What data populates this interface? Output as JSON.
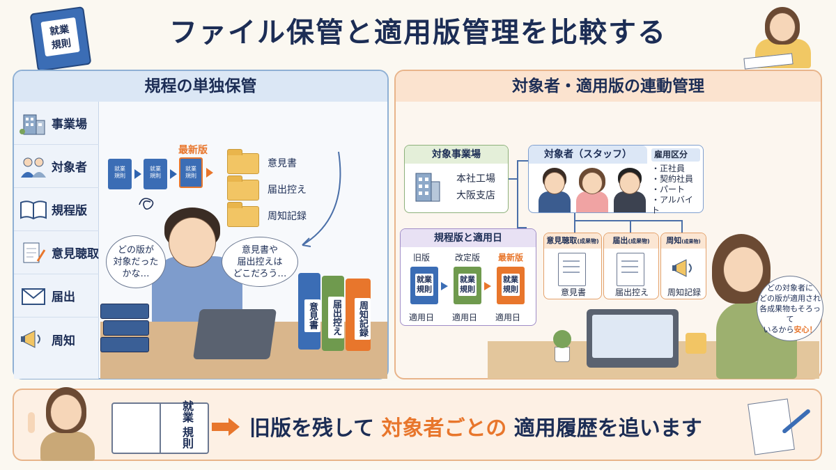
{
  "title": "ファイル保管と適用版管理を比較する",
  "header_book": {
    "line1": "就業",
    "line2": "規則"
  },
  "left_panel": {
    "title": "規程の単独保管",
    "sidebar": [
      {
        "icon": "building-icon",
        "label": "事業場"
      },
      {
        "icon": "people-icon",
        "label": "対象者"
      },
      {
        "icon": "open-book-icon",
        "label": "規程版"
      },
      {
        "icon": "document-pen-icon",
        "label": "意見聴取"
      },
      {
        "icon": "envelope-icon",
        "label": "届出"
      },
      {
        "icon": "megaphone-icon",
        "label": "周知"
      }
    ],
    "latest_label": "最新版",
    "mini_book": {
      "line1": "就業",
      "line2": "規則"
    },
    "folders": [
      "意見書",
      "届出控え",
      "周知記録"
    ],
    "bubble_left": {
      "line1": "どの版が",
      "line2": "対象だった",
      "line3": "かな…"
    },
    "bubble_right": {
      "line1": "意見書や",
      "line2": "届出控えは",
      "line3": "どこだろう…"
    },
    "binders": [
      "意見書",
      "届出控え",
      "周知記録"
    ]
  },
  "right_panel": {
    "title": "対象者・適用版の連動管理",
    "workplace": {
      "title": "対象事業場",
      "items": [
        "本社工場",
        "大阪支店"
      ]
    },
    "staff": {
      "title": "対象者（スタッフ）",
      "employment_title": "雇用区分",
      "employment_types": [
        "・正社員",
        "・契約社員",
        "・パート",
        "・アルバイト"
      ]
    },
    "versions": {
      "title": "規程版と適用日",
      "columns": [
        {
          "label": "旧版",
          "date_label": "適用日",
          "color": "#3b6db5"
        },
        {
          "label": "改定版",
          "date_label": "適用日",
          "color": "#6f9a4e"
        },
        {
          "label": "最新版",
          "date_label": "適用日",
          "color": "#e8762c"
        }
      ],
      "book": {
        "line1": "就業",
        "line2": "規則"
      }
    },
    "deliverables": [
      {
        "title": "意見聴取",
        "suffix": "(成果物)",
        "label": "意見書"
      },
      {
        "title": "届出",
        "suffix": "(成果物)",
        "label": "届出控え"
      },
      {
        "title": "周知",
        "suffix": "(成果物)",
        "label": "周知記録"
      }
    ],
    "bubble": {
      "line1": "どの対象者に",
      "line2": "どの版が適用され",
      "line3": "各成果物もそろって",
      "line4": "いるから",
      "highlight": "安心！"
    }
  },
  "banner": {
    "book": {
      "line1": "就業",
      "line2": "規則"
    },
    "text_before": "旧版を残して ",
    "text_highlight": "対象者ごとの",
    "text_after": " 適用履歴を追います"
  },
  "colors": {
    "accent_orange": "#e8762c",
    "navy": "#1c2d55",
    "blue": "#3b6db5",
    "green": "#6f9a4e"
  }
}
